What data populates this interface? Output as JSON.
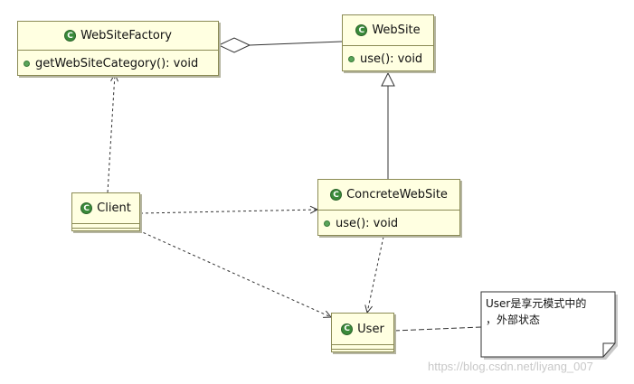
{
  "classes": {
    "website_factory": {
      "name": "WebSiteFactory",
      "icon": "class-icon",
      "operation": "getWebSiteCategory(): void"
    },
    "website": {
      "name": "WebSite",
      "icon": "class-icon",
      "operation": "use(): void"
    },
    "concrete_website": {
      "name": "ConcreteWebSite",
      "icon": "class-icon",
      "operation": "use(): void"
    },
    "client": {
      "name": "Client",
      "icon": "class-icon"
    },
    "user": {
      "name": "User",
      "icon": "class-icon"
    }
  },
  "note": {
    "line1": "User是享元模式中的",
    "line2": "，外部状态"
  },
  "relations": [
    {
      "type": "aggregation",
      "from": "WebSiteFactory",
      "to": "WebSite"
    },
    {
      "type": "generalization",
      "from": "ConcreteWebSite",
      "to": "WebSite"
    },
    {
      "type": "dependency",
      "from": "Client",
      "to": "WebSiteFactory"
    },
    {
      "type": "dependency",
      "from": "Client",
      "to": "ConcreteWebSite"
    },
    {
      "type": "dependency",
      "from": "Client",
      "to": "User"
    },
    {
      "type": "dependency",
      "from": "ConcreteWebSite",
      "to": "User"
    },
    {
      "type": "note-link",
      "from": "User",
      "to": "note"
    }
  ],
  "colors": {
    "class_fill": "#ffffe1",
    "class_border": "#8b8b55",
    "icon_green": "#3a8a3a"
  },
  "watermark": "https://blog.csdn.net/liyang_007"
}
